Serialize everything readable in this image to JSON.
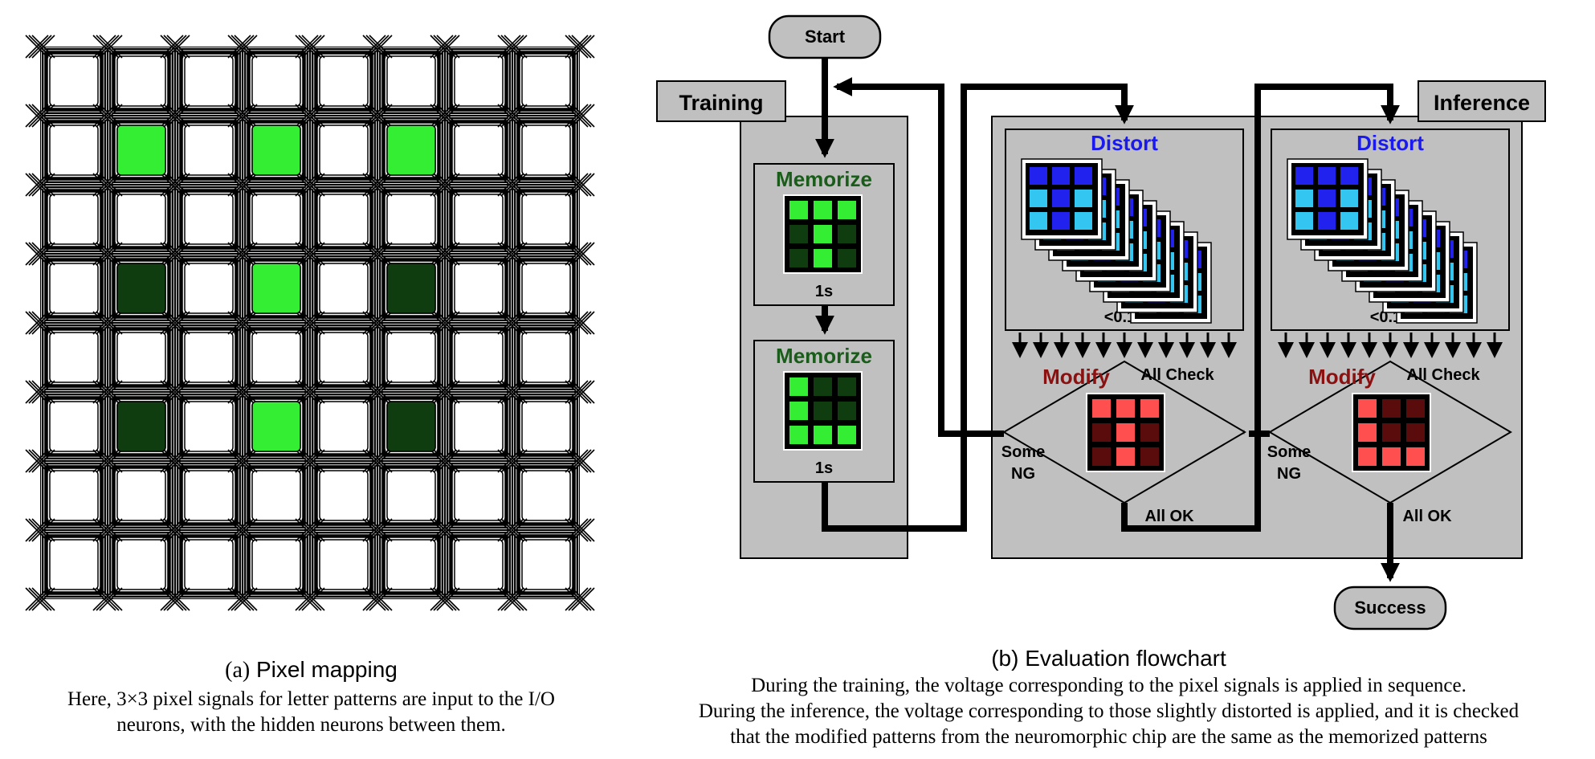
{
  "pixel_mapping": {
    "caption_prefix": "(a)",
    "caption_title": "Pixel mapping",
    "description": [
      "Here, 3×3 pixel signals for letter patterns are input to the I/O",
      "neurons, with the hidden neurons between them."
    ],
    "io_pattern": [
      [
        1,
        1,
        1
      ],
      [
        0,
        1,
        0
      ],
      [
        0,
        1,
        0
      ]
    ],
    "colors": {
      "on": "#33ee33",
      "off": "#0f3d0f",
      "cell": "#ffffff",
      "grid": "#000000"
    }
  },
  "flowchart": {
    "caption_title": "(b) Evaluation flowchart",
    "description": [
      "During the training, the voltage corresponding to the pixel signals is applied in sequence.",
      "During the inference, the voltage corresponding to those slightly distorted is applied, and it is checked",
      "that the modified patterns from the neuromorphic chip are the same as the memorized patterns"
    ],
    "start_label": "Start",
    "success_label": "Success",
    "training_label": "Training",
    "inference_label": "Inference",
    "memorize_label": "Memorize",
    "memorize_time": "1s",
    "distort_label": "Distort",
    "distort_time": "<0.1s",
    "modify_label": "Modify",
    "all_check_label": "All Check",
    "some_ng_label": [
      "Some",
      "NG"
    ],
    "all_ok_label": "All OK",
    "memorize_patterns": [
      [
        [
          1,
          1,
          1
        ],
        [
          0,
          1,
          0
        ],
        [
          0,
          1,
          0
        ]
      ],
      [
        [
          1,
          0,
          0
        ],
        [
          1,
          0,
          0
        ],
        [
          1,
          1,
          1
        ]
      ]
    ],
    "distort_pattern": [
      [
        1,
        1,
        1
      ],
      [
        0,
        1,
        0
      ],
      [
        0,
        1,
        0
      ]
    ],
    "modify_patterns": [
      [
        [
          1,
          1,
          1
        ],
        [
          0,
          1,
          0
        ],
        [
          0,
          1,
          0
        ]
      ],
      [
        [
          1,
          0,
          0
        ],
        [
          1,
          0,
          0
        ],
        [
          1,
          1,
          1
        ]
      ]
    ],
    "colors": {
      "memorize_text": "#1a5c1a",
      "distort_text": "#1a1aee",
      "modify_text": "#8b1010",
      "panel": "#c0c0c0",
      "green_on": "#33ee33",
      "green_off": "#0f3d0f",
      "blue_on": "#2222ee",
      "blue_off": "#33c6f0",
      "red_on": "#ff4f4f",
      "red_off": "#5a0b0b"
    }
  }
}
